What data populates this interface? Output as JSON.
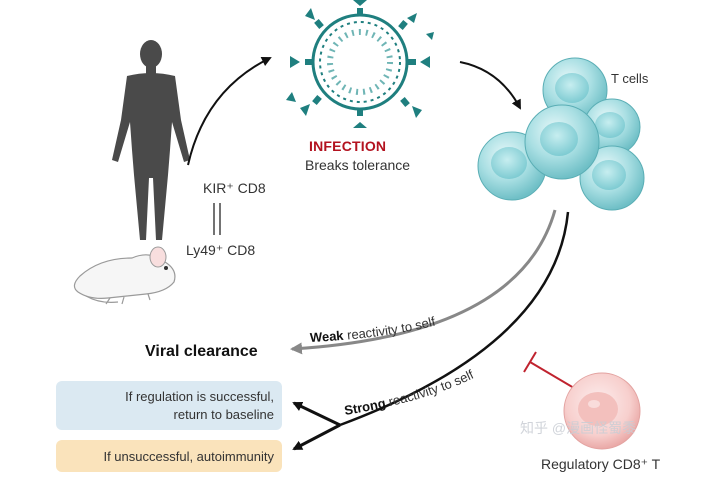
{
  "infection": {
    "title": "INFECTION",
    "subtitle": "Breaks tolerance"
  },
  "tcells_label": "T cells",
  "receptors": {
    "human": "KIR⁺ CD8",
    "mouse": "Ly49⁺ CD8"
  },
  "weak_path": {
    "bold": "Weak",
    "rest": " reactivity to self"
  },
  "strong_path": {
    "bold": "Strong",
    "rest": " reactivity to self"
  },
  "viral_clearance": "Viral clearance",
  "outcome_success": {
    "line1": "If regulation is successful,",
    "line2": "return to baseline"
  },
  "outcome_fail": "If unsuccessful, autoimmunity",
  "regulatory_label": "Regulatory CD8⁺ T",
  "watermark": "知乎 @漫画怪蜀黍",
  "colors": {
    "infection_red": "#b3121f",
    "virus_teal": "#1f7f7f",
    "tcell_cyan": "#8fd3d8",
    "silhouette": "#4a4a4a",
    "success_box": "#dbe9f2",
    "fail_box": "#fae3bb",
    "weak_arrow": "#888888",
    "strong_arrow": "#111111",
    "inhibit_red": "#c0232f",
    "regulatory_pink": "#f6c6c4"
  },
  "icons": [
    "human-silhouette-icon",
    "mouse-icon",
    "virus-icon",
    "t-cell-icon",
    "regulatory-cell-icon"
  ]
}
